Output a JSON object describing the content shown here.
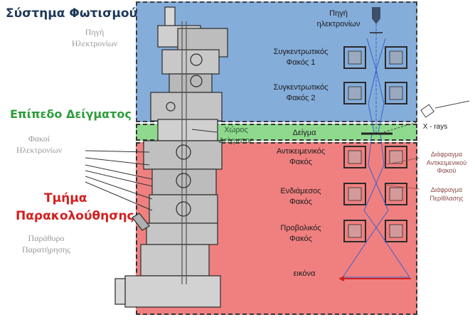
{
  "sections": {
    "illumination": {
      "title": "Σύστημα Φωτισμού",
      "color": "#1f3a5a"
    },
    "sample_level": {
      "title": "Επίπεδο Δείγματος",
      "color": "#2e9c3a"
    },
    "observation": {
      "title_line1": "Τμήμα",
      "title_line2": "Παρακολούθησης",
      "color": "#d42020"
    }
  },
  "left_labels": {
    "source_line1": "Πηγή",
    "source_line2": "Ηλεκτρονίων",
    "lenses_line1": "Φακοί",
    "lenses_line2": "Ηλεκτρονίων",
    "window_line1": "Παράθυρο",
    "window_line2": "Παρατήρησης"
  },
  "column_labels": {
    "sample_space_line1": "Χώρος",
    "sample_space_line2": "Δείγματος"
  },
  "right_labels": {
    "gun_line1": "Πηγή",
    "gun_line2": "ηλεκτρονίων",
    "condenser1_line1": "Συγκεντρωτικός",
    "condenser1_line2": "Φακός 1",
    "condenser2_line1": "Συγκεντρωτικός",
    "condenser2_line2": "Φακός 2",
    "sample": "Δείγμα",
    "xrays": "X - rays",
    "objective_line1": "Αντικειμενικός",
    "objective_line2": "Φακός",
    "intermediate_line1": "Ενδιάμεσος",
    "intermediate_line2": "Φακός",
    "projector_line1": "Προβολικός",
    "projector_line2": "Φακός",
    "image": "εικόνα",
    "objective_aperture_line1": "Διάφραγμα",
    "objective_aperture_line2": "Αντικειμενικού",
    "objective_aperture_line3": "Φακού",
    "diffraction_aperture_line1": "Διάφραγμα",
    "diffraction_aperture_line2": "Περίθλασης"
  },
  "colors": {
    "blue_zone": "#7fa9d9",
    "green_zone": "#8fd98f",
    "red_zone": "#f08080",
    "beam": "#3a5fcd",
    "image_arrow": "#d42020"
  }
}
